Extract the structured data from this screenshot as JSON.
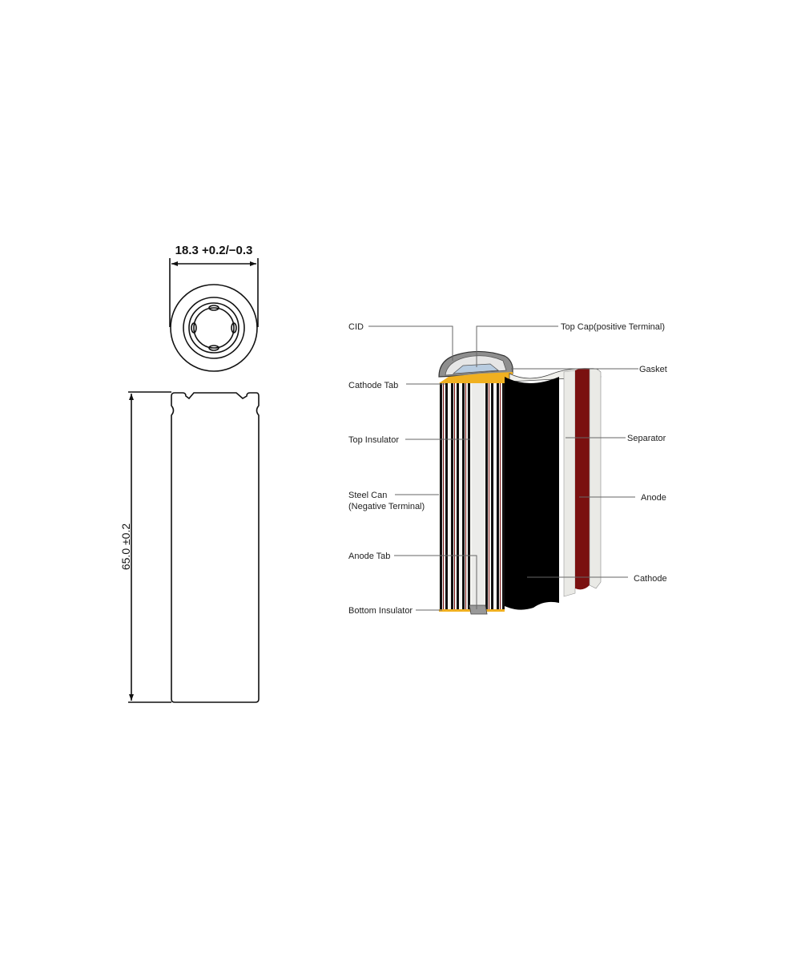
{
  "dimension_drawing": {
    "diameter_label": "18.3 +0.2/−0.3",
    "height_label": "65.0 ±0.2"
  },
  "cutaway": {
    "labels_left": [
      {
        "id": "cid",
        "text": "CID"
      },
      {
        "id": "cathode-tab",
        "text": "Cathode Tab"
      },
      {
        "id": "top-insulator",
        "text": "Top Insulator"
      },
      {
        "id": "steel-can-line1",
        "text": "Steel Can"
      },
      {
        "id": "steel-can-line2",
        "text": "(Negative Terminal)"
      },
      {
        "id": "anode-tab",
        "text": "Anode Tab"
      },
      {
        "id": "bottom-insulator",
        "text": "Bottom Insulator"
      }
    ],
    "labels_right": [
      {
        "id": "top-cap",
        "text": "Top Cap(positive Terminal)"
      },
      {
        "id": "gasket",
        "text": "Gasket"
      },
      {
        "id": "separator",
        "text": "Separator"
      },
      {
        "id": "anode",
        "text": "Anode"
      },
      {
        "id": "cathode",
        "text": "Cathode"
      }
    ],
    "colors": {
      "anode": "#7a1010",
      "cathode": "#000000",
      "separator": "#e8e8e4",
      "tab_gold": "#f0b020",
      "cap_blue": "#b8cce0",
      "can_grey": "#9a9a9a"
    }
  }
}
